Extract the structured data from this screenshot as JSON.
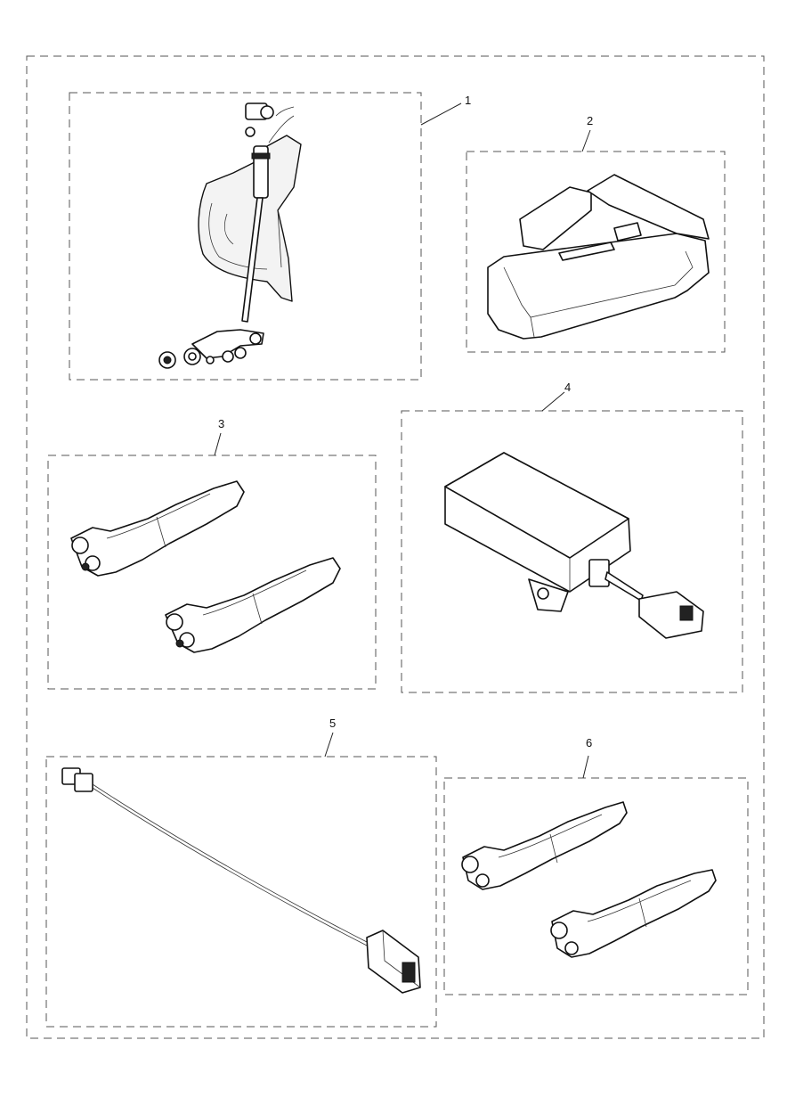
{
  "diagram": {
    "callouts": [
      {
        "id": "1",
        "label": "1"
      },
      {
        "id": "2",
        "label": "2"
      },
      {
        "id": "3",
        "label": "3"
      },
      {
        "id": "4",
        "label": "4"
      },
      {
        "id": "5",
        "label": "5"
      },
      {
        "id": "6",
        "label": "6"
      }
    ],
    "parts": [
      {
        "callout": "1",
        "icon": "headlight-bracket-assembly-icon"
      },
      {
        "callout": "2",
        "icon": "rubber-cover-boot-icon"
      },
      {
        "callout": "3",
        "icon": "indicator-pair-icon"
      },
      {
        "callout": "4",
        "icon": "control-module-icon"
      },
      {
        "callout": "5",
        "icon": "wiring-harness-icon"
      },
      {
        "callout": "6",
        "icon": "indicator-pair-icon"
      }
    ]
  }
}
